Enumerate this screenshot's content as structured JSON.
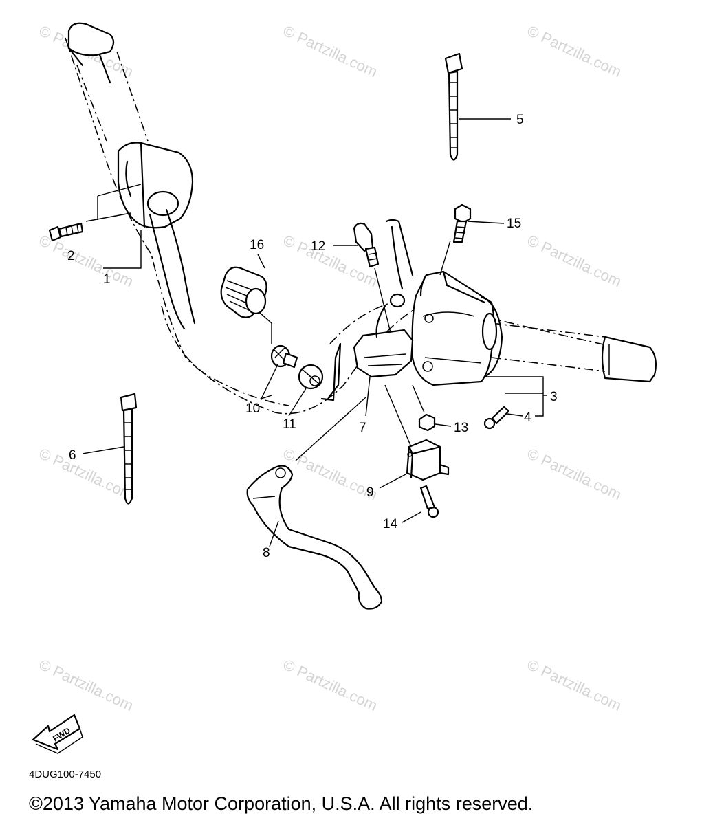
{
  "watermark": "© Partzilla.com",
  "callouts": {
    "c1": "1",
    "c2": "2",
    "c3": "3",
    "c4": "4",
    "c5": "5",
    "c6": "6",
    "c7": "7",
    "c8": "8",
    "c9": "9",
    "c10": "10",
    "c11": "11",
    "c12": "12",
    "c13": "13",
    "c14": "14",
    "c15": "15",
    "c16": "16"
  },
  "fwd_label": "FWD",
  "doc_code": "4DUG100-7450",
  "copyright": "©2013 Yamaha Motor Corporation, U.S.A. All rights reserved."
}
